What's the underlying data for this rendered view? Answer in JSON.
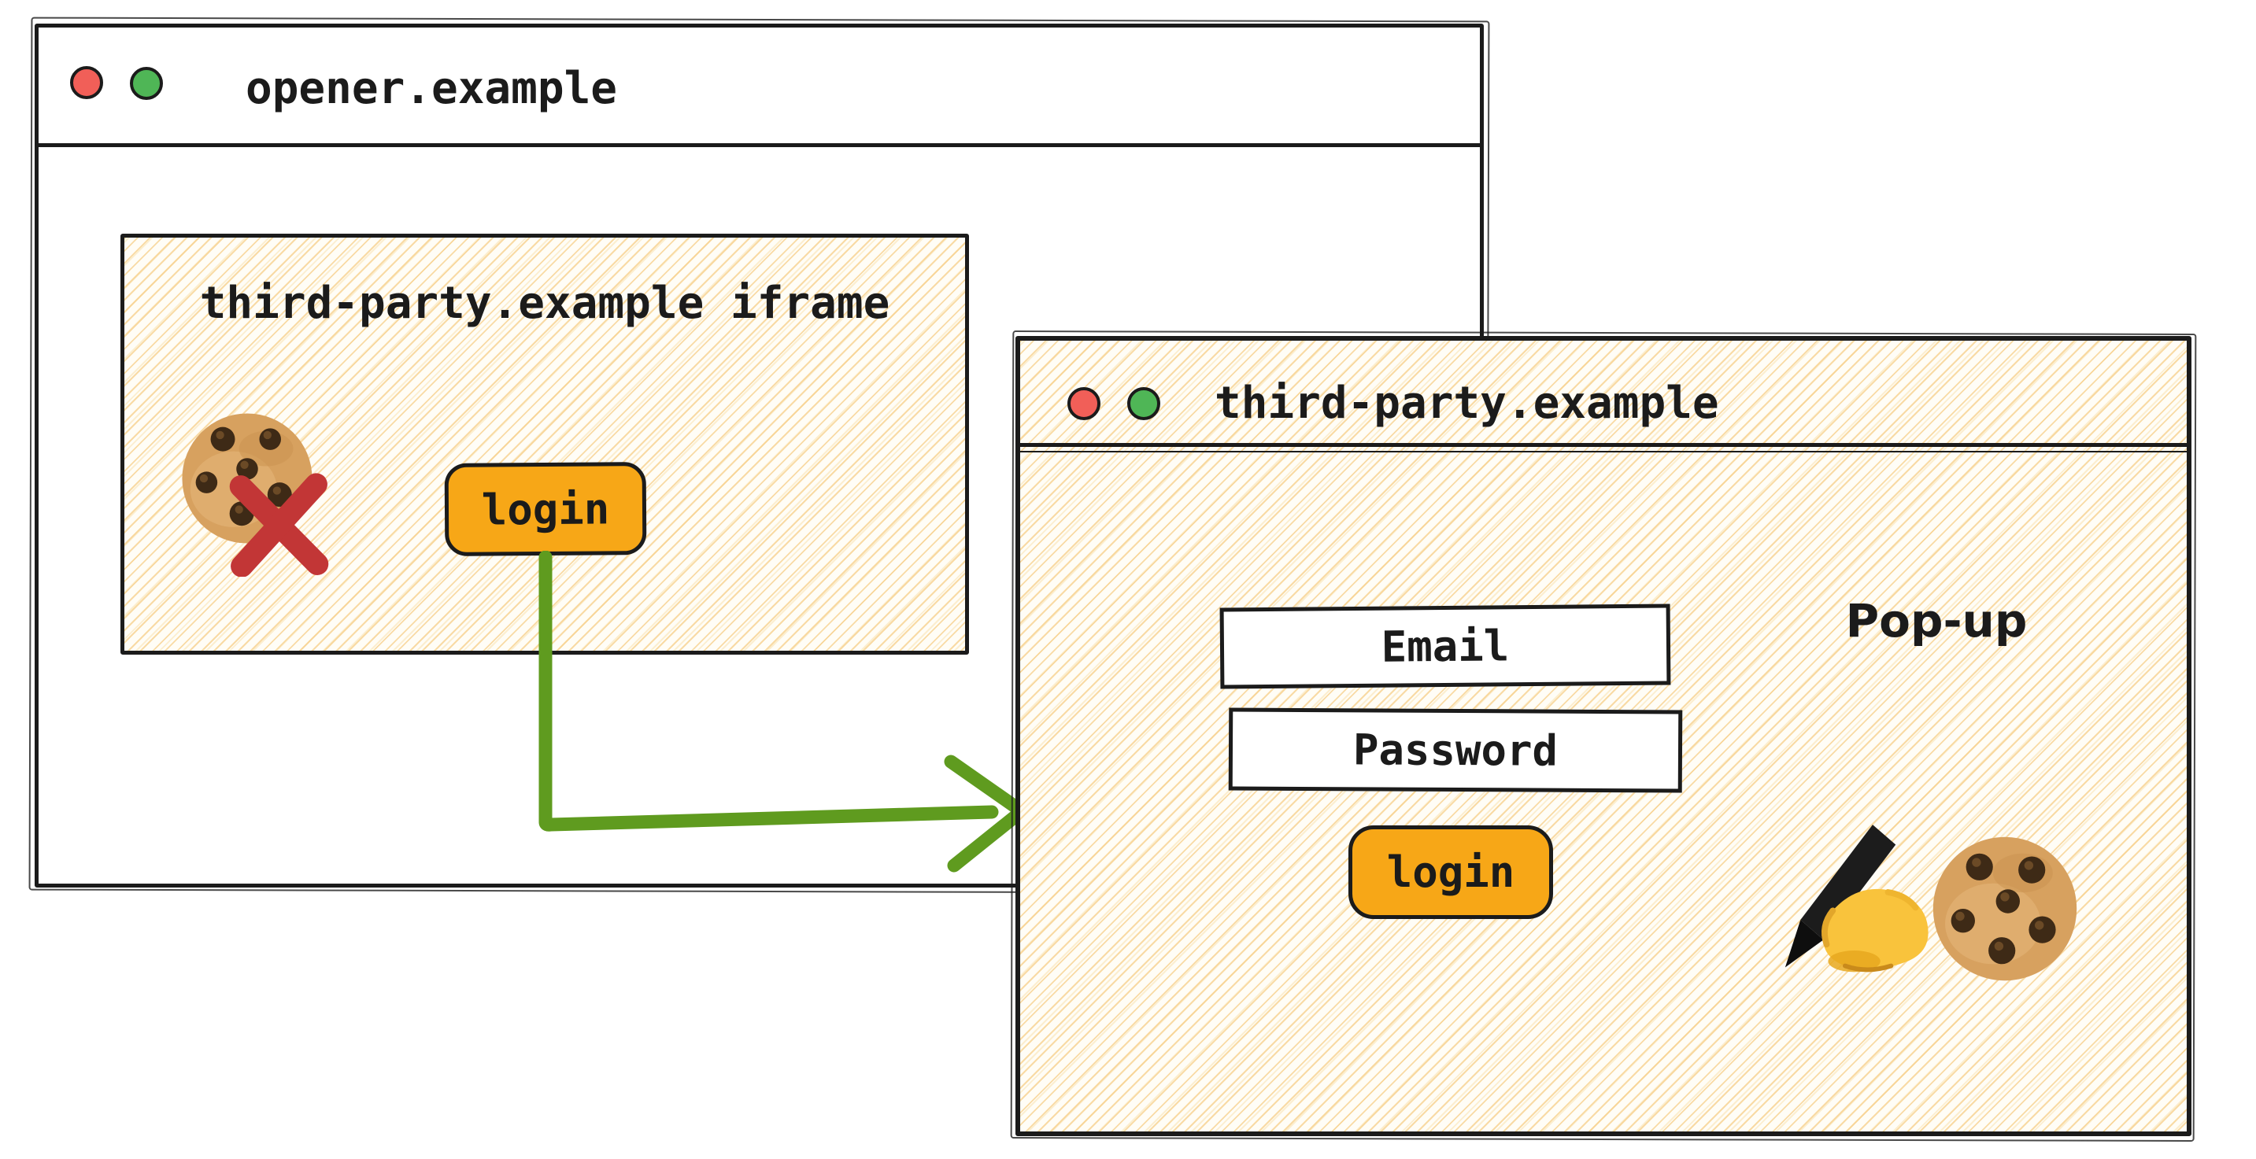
{
  "colors": {
    "ink": "#1b1b1b",
    "accent_orange": "#f7a717",
    "arrow_green": "#5f9b1f",
    "cross_red": "#c23636",
    "traffic_red": "#f15f58",
    "traffic_green": "#4fb656",
    "hatch_line": "#f6cc82",
    "paper": "#ffffff"
  },
  "opener_window": {
    "titlebar": {
      "title": "opener.example",
      "traffic_lights": [
        "red",
        "green"
      ]
    },
    "iframe": {
      "title": "third-party.example iframe",
      "cookie_icon": "cookie-emoji",
      "blocked_icon": "red-cross",
      "login_button_label": "login"
    }
  },
  "popup_window": {
    "titlebar": {
      "title": "third-party.example",
      "traffic_lights": [
        "red",
        "green"
      ]
    },
    "popup_label": "Pop-up",
    "email_field_value": "Email",
    "password_field_value": "Password",
    "login_button_label": "login",
    "writing_hand_icon": "writing-hand-emoji",
    "cookie_icon": "cookie-emoji"
  }
}
